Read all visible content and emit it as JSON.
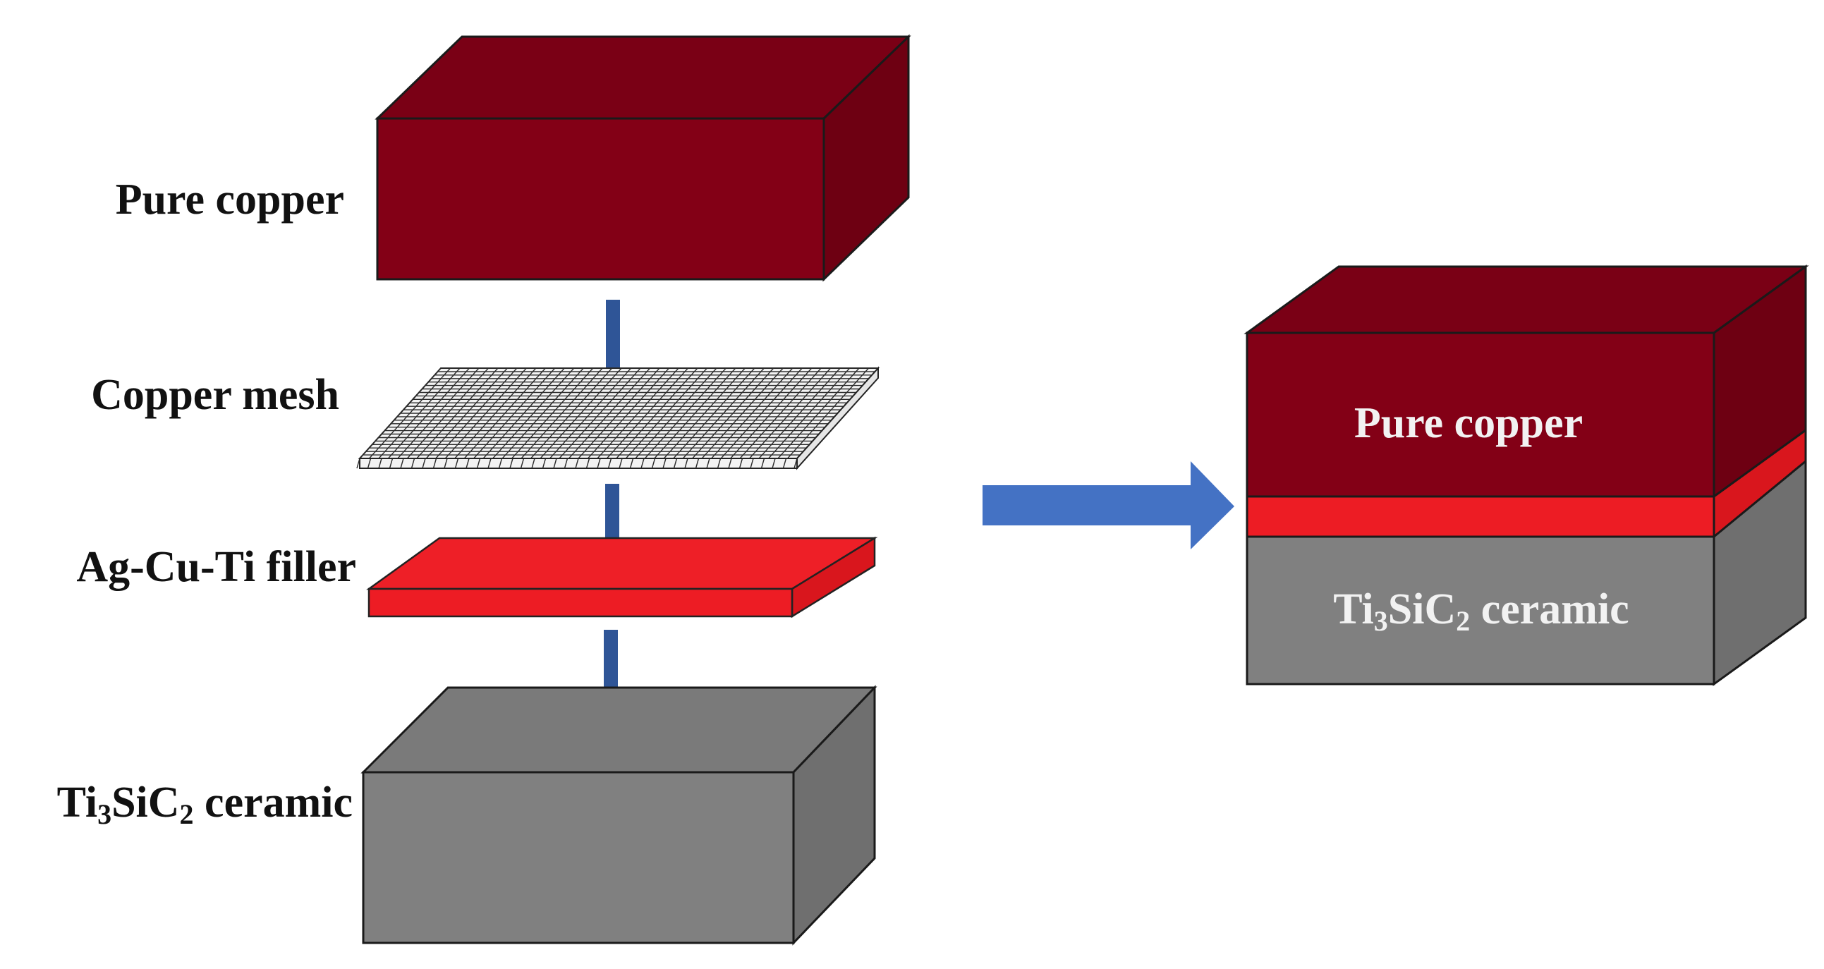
{
  "labels": {
    "pure_copper": "Pure copper",
    "copper_mesh": "Copper mesh",
    "filler": "Ag-Cu-Ti filler",
    "ceramic": {
      "a": "Ti",
      "a_sub": "3",
      "b": "SiC",
      "b_sub": "2",
      "c": " ceramic"
    }
  },
  "assembled": {
    "pure_copper": "Pure copper",
    "ceramic": {
      "a": "Ti",
      "a_sub": "3",
      "b": "SiC",
      "b_sub": "2",
      "c": " ceramic"
    }
  },
  "colors": {
    "copper_front": "#830016",
    "copper_top": "#7a0015",
    "copper_side": "#6e0012",
    "filler_front": "#ed1c24",
    "filler_top": "#ee1f27",
    "filler_side": "#d9161d",
    "ceramic_front": "#808080",
    "ceramic_top": "#7a7a7a",
    "ceramic_side": "#6f6f6f",
    "arrow_small": "#2f5597",
    "arrow_big": "#4472c4",
    "mesh": "#222222",
    "text": "#111111",
    "text_light": "#f2f2f2"
  },
  "icons": {
    "down_arrow": "down-arrow-icon",
    "right_arrow": "right-arrow-icon"
  }
}
